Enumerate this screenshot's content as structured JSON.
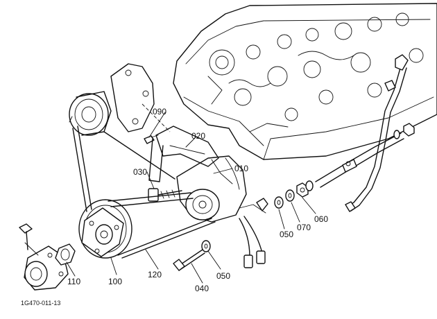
{
  "diagram": {
    "figure_code": "1G470-011-13",
    "callouts": {
      "p010": "010",
      "p020": "020",
      "p030": "030",
      "p040": "040",
      "p050a": "050",
      "p050b": "050",
      "p060": "060",
      "p070": "070",
      "p090": "090",
      "p100": "100",
      "p110": "110",
      "p120": "120"
    }
  }
}
